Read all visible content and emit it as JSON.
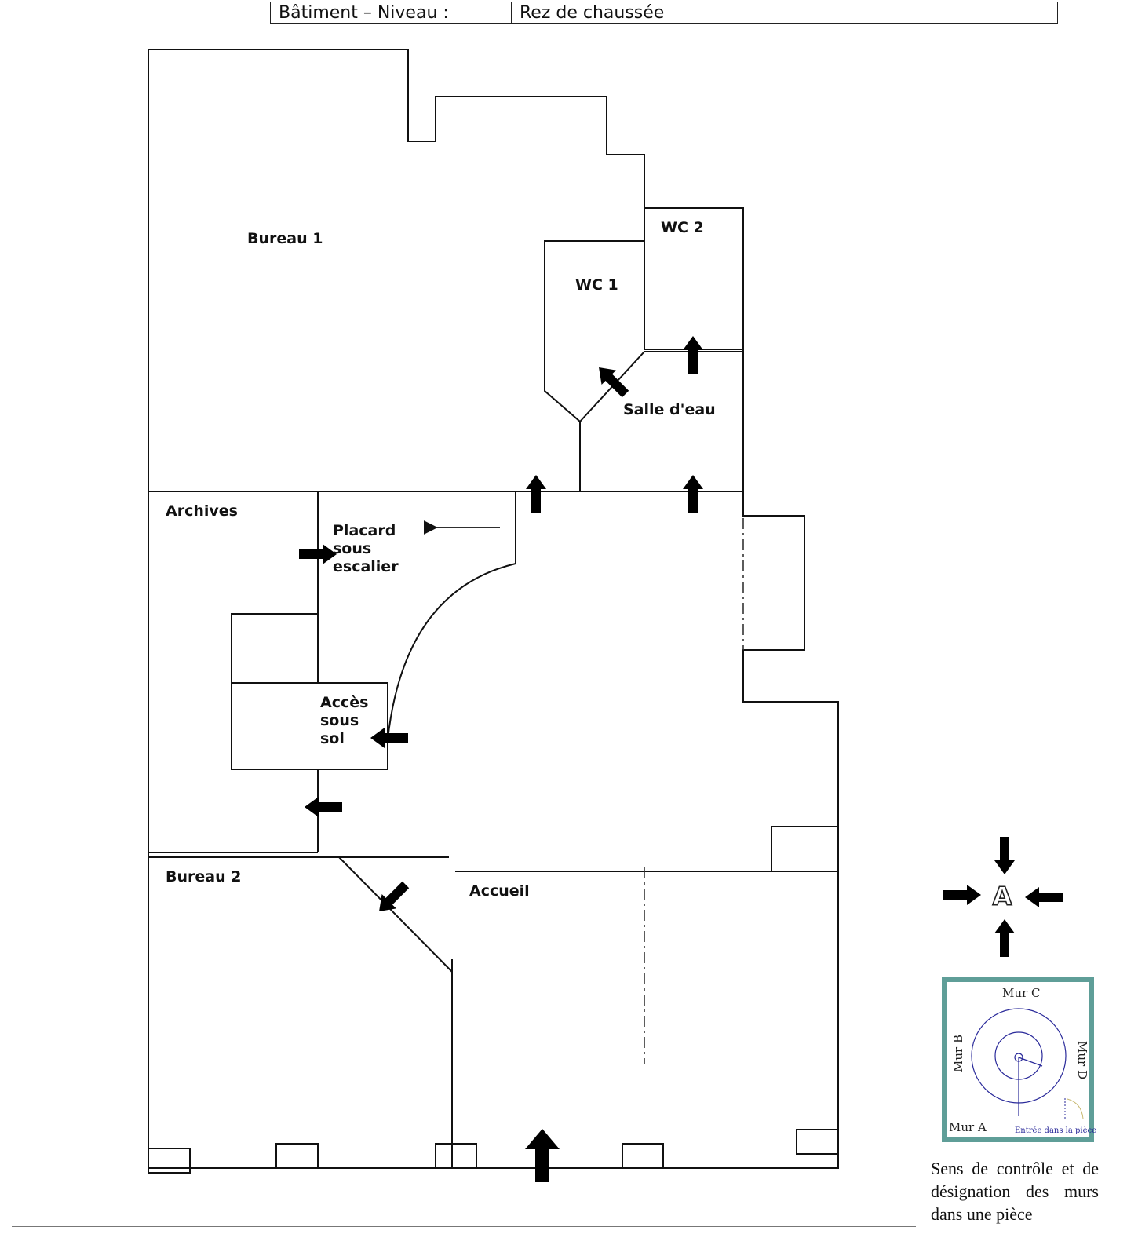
{
  "header": {
    "label": "Bâtiment – Niveau :",
    "value": "Rez de chaussée"
  },
  "rooms": {
    "bureau1": "Bureau 1",
    "wc1": "WC 1",
    "wc2": "WC 2",
    "salle_eau": "Salle d'eau",
    "archives": "Archives",
    "placard": [
      "Placard",
      "sous",
      "escalier"
    ],
    "acces": [
      "Accès",
      "sous",
      "sol"
    ],
    "bureau2": "Bureau 2",
    "accueil": "Accueil"
  },
  "legend": {
    "compass_letter": "A",
    "walls": {
      "a": "Mur A",
      "b": "Mur B",
      "c": "Mur C",
      "d": "Mur D"
    },
    "entry": "Entrée dans la pièce",
    "frame_color": "#5f9e98",
    "caption": "Sens de contrôle et de désignation des murs dans une pièce"
  },
  "colors": {
    "lines": "#111111",
    "legend_lines": "#2a2a9a"
  }
}
